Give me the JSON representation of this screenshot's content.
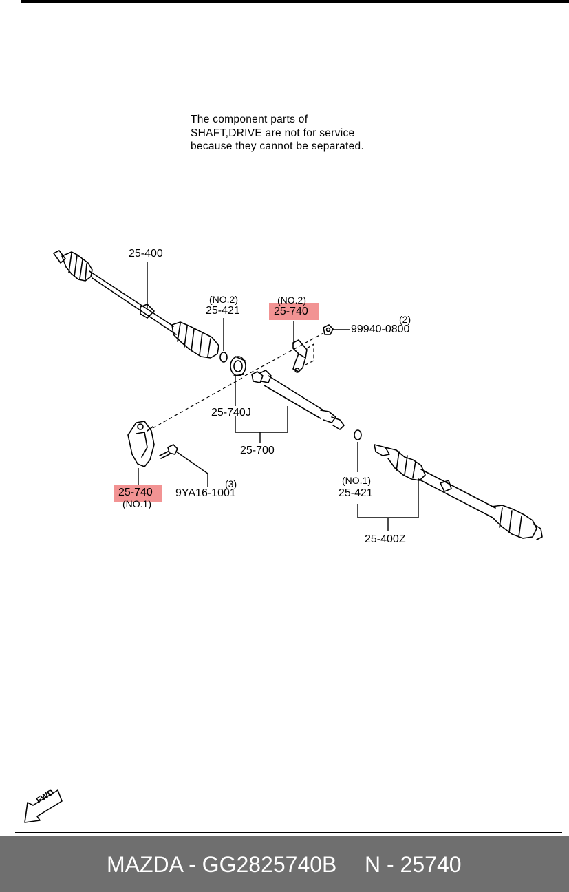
{
  "note": {
    "line1": "The component parts of",
    "line2": "SHAFT,DRIVE are not for service",
    "line3": "because they cannot be separated."
  },
  "callouts": {
    "shaft_left": "25-400",
    "ring_upper_no": "(NO.2)",
    "ring_upper": "25-421",
    "bracket_upper_no": "(NO.2)",
    "bracket_upper": "25-740",
    "nut_qty": "(2)",
    "nut": "99940-0800",
    "bearing": "25-740J",
    "joint_shaft": "25-700",
    "bracket_lower": "25-740",
    "bracket_lower_no": "(NO.1)",
    "bolt_qty": "(3)",
    "bolt": "9YA16-1001",
    "ring_lower_no": "(NO.1)",
    "ring_lower": "25-421",
    "shaft_right": "25-400Z"
  },
  "fwd_icon_label": "FWD",
  "highlight_color": "#f08080",
  "footer": {
    "left": "MAZDA - GG2825740B",
    "right": "N - 25740"
  }
}
